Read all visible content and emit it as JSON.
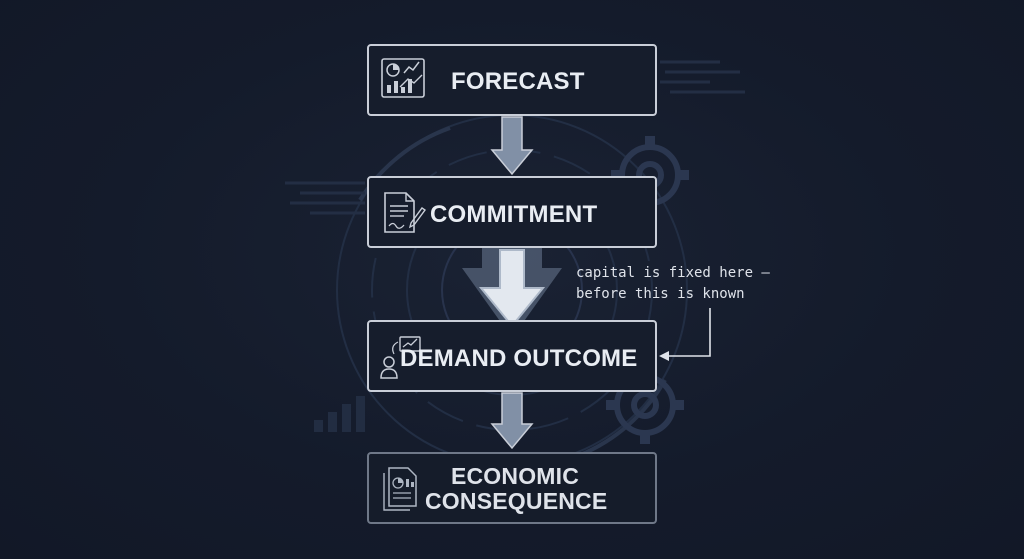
{
  "diagram": {
    "steps": [
      {
        "id": "forecast",
        "label": "FORECAST",
        "icon": "chart-dashboard-icon"
      },
      {
        "id": "commitment",
        "label": "COMMITMENT",
        "icon": "signed-document-icon"
      },
      {
        "id": "demand",
        "label": "DEMAND OUTCOME",
        "icon": "person-trend-icon"
      },
      {
        "id": "economic",
        "label_line1": "ECONOMIC",
        "label_line2": "CONSEQUENCE",
        "icon": "report-document-icon"
      }
    ],
    "annotation": {
      "line1": "capital is fixed here —",
      "line2": "before this is known"
    }
  },
  "colors": {
    "background": "#141b2b",
    "box_border": "#c9ced8",
    "arrow_fill": "#8190a6",
    "highlight_arrow": "#e3e8ef",
    "text": "#e9edf3"
  }
}
